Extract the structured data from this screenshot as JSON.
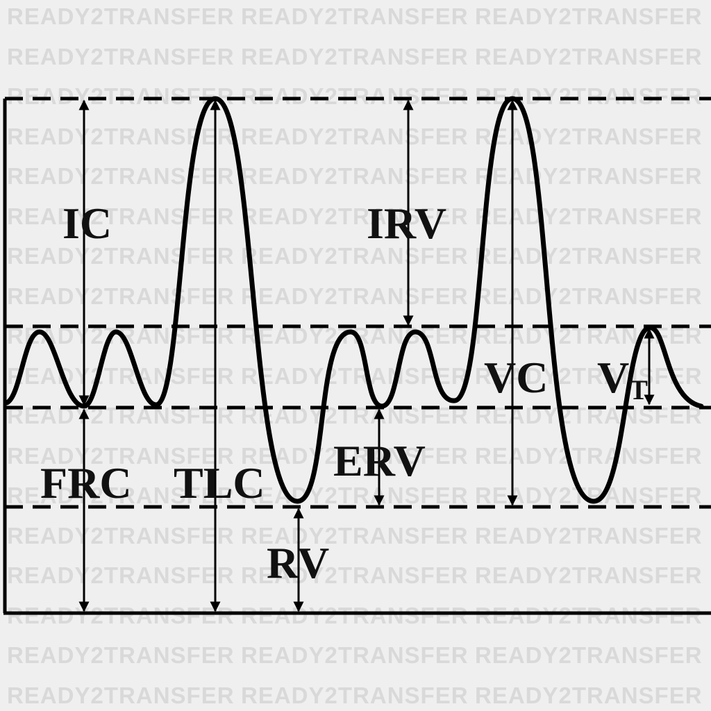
{
  "watermark": {
    "text": "READY2TRANSFER"
  },
  "labels": {
    "ic": "IC",
    "irv": "IRV",
    "vc": "VC",
    "vt_main": "V",
    "vt_sub": "T",
    "frc": "FRC",
    "tlc": "TLC",
    "erv": "ERV",
    "rv": "RV"
  },
  "colors": {
    "line": "#000000",
    "background": "#efefef",
    "watermark": "#d9d9d9"
  }
}
